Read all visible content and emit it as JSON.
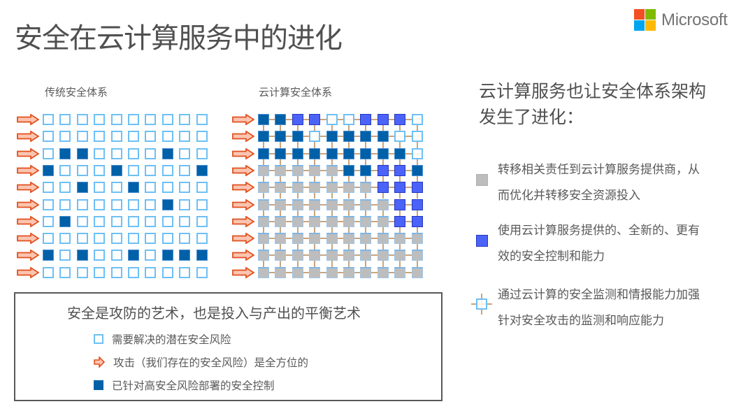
{
  "slide": {
    "title": "安全在云计算服务中的进化",
    "logo": {
      "text": "Microsoft",
      "colors": [
        "#F25022",
        "#7FBA00",
        "#00A4EF",
        "#FFB900"
      ]
    }
  },
  "traditional": {
    "label": "传统安全体系",
    "legend_codes": {
      "E": "需要解决的潜在安全风险",
      "D": "已针对高安全风险部署的安全控制"
    },
    "rows": [
      "EEEEEEEEEE",
      "EEEEEEEEEE",
      "EDDEEEEDEE",
      "DEEEDEEEED",
      "EEDEEDEEEE",
      "EEEEEEEDEE",
      "EDEEEEEEEE",
      "EEEEEEEEEE",
      "DEDEEDEDDD",
      "EEEEEEEEEE"
    ]
  },
  "cloud": {
    "label": "云计算安全体系",
    "rows": [
      "DDBBEEBBBE",
      "DDDEDDDDEE",
      "DDDDDDDDDE",
      "GGGGGDDBBD",
      "GGGGGGGBBB",
      "GGGGGGGGBB",
      "GGGGGGGGBB",
      "GGGGGGGGGG",
      "GGGGGGGGGG",
      "GGGGGGGGGG"
    ]
  },
  "right_panel": {
    "heading_line1": "云计算服务也让安全体系架构",
    "heading_line2": "发生了进化：",
    "items": [
      {
        "icon": "gray-square",
        "line1": "转移相关责任到云计算服务提供商，从",
        "line2": "而优化并转移安全资源投入"
      },
      {
        "icon": "blue-square",
        "line1": "使用云计算服务提供的、全新的、更有",
        "line2": "效的安全控制和能力"
      },
      {
        "icon": "monitor-square",
        "line1": "通过云计算的安全监测和情报能力加强",
        "line2": "针对安全攻击的监测和响应能力"
      }
    ]
  },
  "bottom_box": {
    "title": "安全是攻防的艺术，也是投入与产出的平衡艺术",
    "items": [
      {
        "icon": "empty-square",
        "text": "需要解决的潜在安全风险"
      },
      {
        "icon": "attack-arrow",
        "text": "攻击（我们存在的安全风险）是全方位的"
      },
      {
        "icon": "filled-square",
        "text": "已针对高安全风险部署的安全控制"
      }
    ]
  },
  "colors": {
    "empty_border": "#6EC0F5",
    "dark_blue": "#0060A8",
    "bright_blue": "#4B63F7",
    "gray": "#BDBDBD",
    "arrow_fill": "#FBC4B0",
    "arrow_stroke": "#E0501E",
    "connector": "#C9A57E"
  }
}
